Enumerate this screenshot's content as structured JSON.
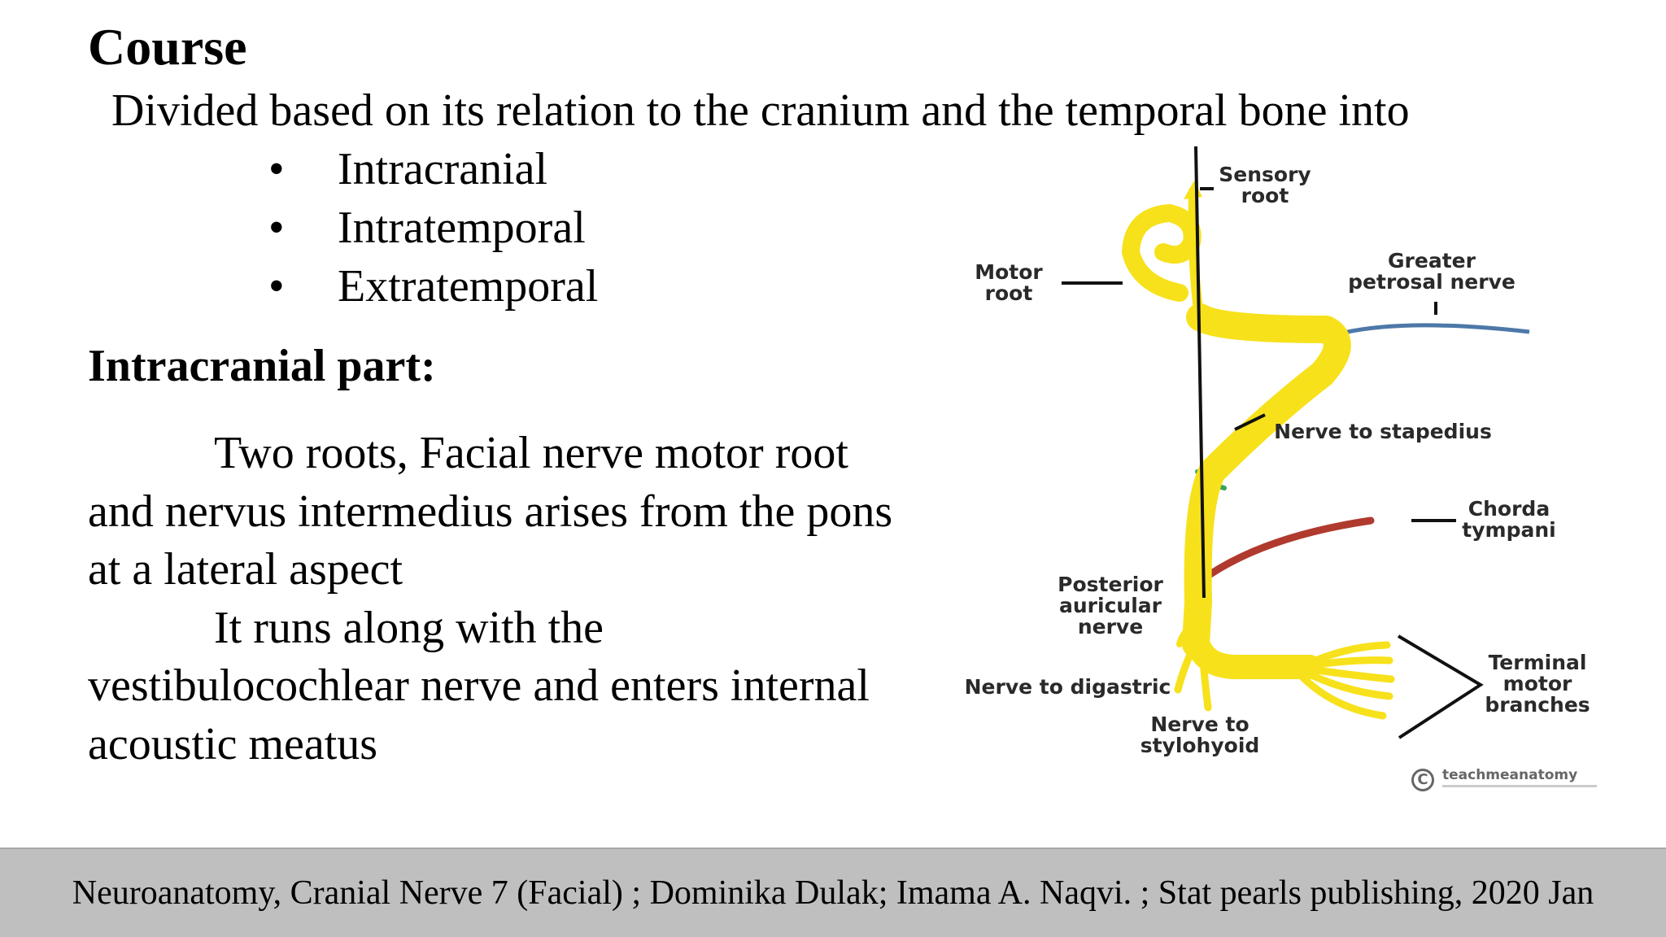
{
  "slide": {
    "title": "Course",
    "intro": "Divided based on its relation to the cranium and the temporal bone into",
    "bullets": [
      "Intracranial",
      "Intratemporal",
      "Extratemporal"
    ],
    "subheading": "Intracranial part:",
    "paragraphs": [
      "Two roots, Facial nerve motor root and nervus intermedius arises from the pons at a lateral aspect",
      "It runs along with the vestibulocochlear nerve and enters internal acoustic meatus"
    ]
  },
  "diagram": {
    "labels": {
      "sensory_root": "Sensory\nroot",
      "motor_root": "Motor\nroot",
      "greater_petrosal": "Greater\npetrosal nerve",
      "nerve_to_stapedius": "Nerve to stapedius",
      "chorda_tympani": "Chorda\ntympani",
      "posterior_auricular": "Posterior\nauricular\nnerve",
      "nerve_to_digastric": "Nerve to digastric",
      "nerve_to_stylohyoid": "Nerve to\nstylohyoid",
      "terminal_motor": "Terminal\nmotor\nbranches"
    },
    "credit": "teachmeanatomy",
    "colors": {
      "nerve": "#f7e11b",
      "petrosal": "#4d78a8",
      "chorda": "#b03a2e",
      "stapedius": "#3aa35a"
    }
  },
  "footer": {
    "citation": "Neuroanatomy, Cranial Nerve 7 (Facial) ; Dominika Dulak; Imama A. Naqvi. ; Stat pearls publishing, 2020 Jan"
  }
}
